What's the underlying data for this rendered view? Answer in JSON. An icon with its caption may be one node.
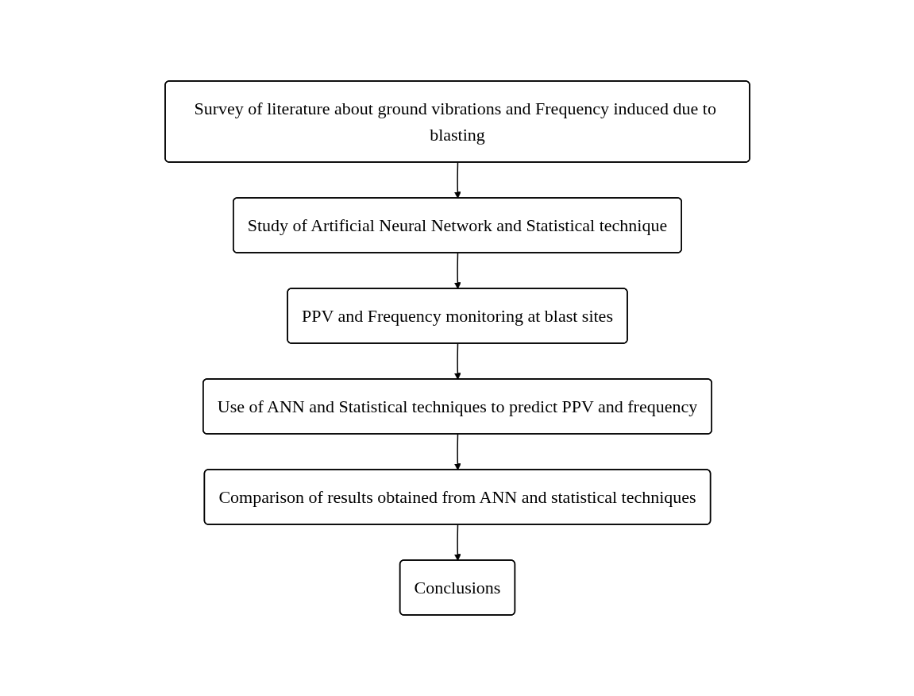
{
  "diagram": {
    "nodes": [
      {
        "text": [
          "Survey of literature about ground vibrations and Frequency induced due to blasting"
        ]
      },
      {
        "text": [
          "Study of Artificial Neural Network and Statistical technique"
        ]
      },
      {
        "text": [
          "PPV and Frequency monitoring at blast sites"
        ]
      },
      {
        "text": [
          "Use of ANN and Statistical techniques to predict PPV and frequency"
        ]
      },
      {
        "text": [
          "Comparison of results obtained from ANN and statistical techniques"
        ]
      },
      {
        "text": [
          "Conclusions"
        ]
      }
    ],
    "edges": [
      {
        "from": 0,
        "to": 1,
        "arrow": "to"
      },
      {
        "from": 1,
        "to": 2,
        "arrow": "to"
      },
      {
        "from": 2,
        "to": 3,
        "arrow": "to"
      },
      {
        "from": 3,
        "to": 4,
        "arrow": "to"
      },
      {
        "from": 4,
        "to": 5,
        "arrow": "to"
      }
    ]
  }
}
